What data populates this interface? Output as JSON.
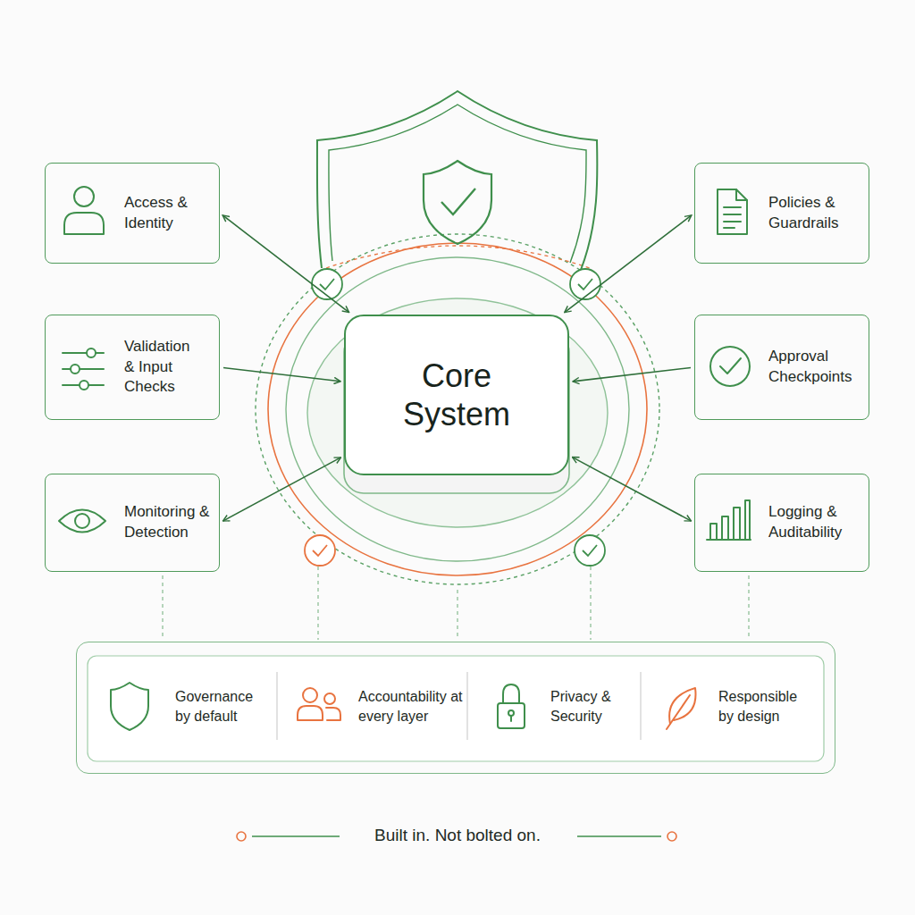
{
  "diagram": {
    "caption": "Built in. Not bolted on.",
    "nodes": [
      {
        "text": [
          "Access & Identity"
        ]
      },
      {
        "text": [
          "Policies & Guardrails"
        ]
      },
      {
        "text": [
          "Validation & Input Checks"
        ]
      },
      {
        "text": [
          "Core System"
        ]
      },
      {
        "text": [
          "Approval Checkpoints"
        ]
      },
      {
        "text": [
          "Monitoring & Detection"
        ]
      },
      {
        "text": [
          "Logging & Auditability"
        ]
      },
      {
        "text": [
          "Governance by default",
          "Accountability at every layer",
          "Privacy & Security",
          "Responsible by design"
        ]
      }
    ],
    "edges": [
      {
        "from": 0,
        "to": 3,
        "arrow": "both"
      },
      {
        "from": 1,
        "to": 3,
        "arrow": "both"
      },
      {
        "from": 2,
        "to": 3,
        "arrow": "to"
      },
      {
        "from": 4,
        "to": 3,
        "arrow": "to"
      },
      {
        "from": 5,
        "to": 3,
        "arrow": "both"
      },
      {
        "from": 6,
        "to": 3,
        "arrow": "both"
      }
    ]
  }
}
